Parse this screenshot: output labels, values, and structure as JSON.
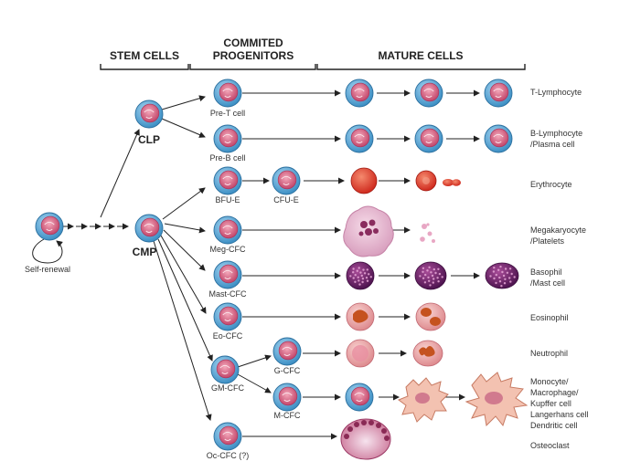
{
  "headers": {
    "stem": "STEM CELLS",
    "progenitors_line1": "COMMITED",
    "progenitors_line2": "PROGENITORS",
    "mature": "MATURE CELLS"
  },
  "stem_cells": {
    "self_renewal": "Self-renewal",
    "clp": "CLP",
    "cmp": "CMP"
  },
  "progenitors": {
    "pre_t": "Pre-T cell",
    "pre_b": "Pre-B cell",
    "bfu_e": "BFU-E",
    "cfu_e": "CFU-E",
    "meg_cfc": "Meg-CFC",
    "mast_cfc": "Mast-CFC",
    "eo_cfc": "Eo-CFC",
    "gm_cfc": "GM-CFC",
    "g_cfc": "G-CFC",
    "m_cfc": "M-CFC",
    "oc_cfc": "Oc-CFC (?)"
  },
  "mature_cells": {
    "t_lymphocyte": "T-Lymphocyte",
    "b_lymphocyte_1": "B-Lymphocyte",
    "b_lymphocyte_2": "/Plasma cell",
    "erythrocyte": "Erythrocyte",
    "megakaryocyte_1": "Megakaryocyte",
    "megakaryocyte_2": "/Platelets",
    "basophil_1": "Basophil",
    "basophil_2": "/Mast cell",
    "eosinophil": "Eosinophil",
    "neutrophil": "Neutrophil",
    "monocyte_1": "Monocyte/",
    "monocyte_2": "Macrophage/",
    "monocyte_3": "Kupffer cell",
    "monocyte_4": "Langerhans cell",
    "monocyte_5": "Dendritic cell",
    "osteoclast": "Osteoclast"
  },
  "colors": {
    "cell_outer": "#4da3d6",
    "cell_inner": "#d9607e",
    "erythrocyte": "#e0382e",
    "megakaryocyte": "#e8b8cf",
    "basophil": "#6a2266",
    "eosinophil": "#e9a3a3",
    "granule_orange": "#c5521f",
    "macrophage": "#f3c2b1"
  }
}
